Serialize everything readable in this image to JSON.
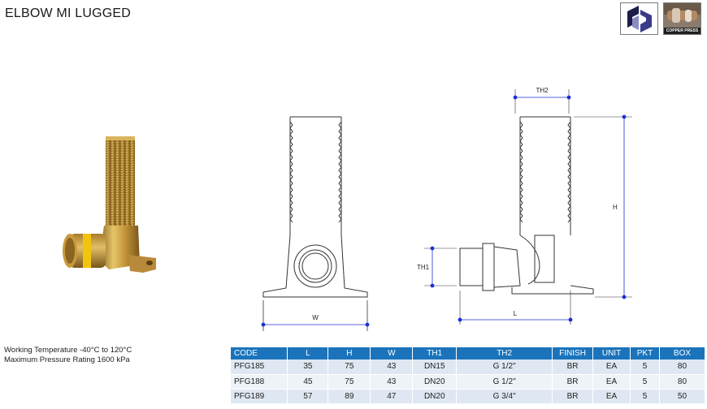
{
  "title": "ELBOW MI LUGGED",
  "logo_badge": "COPPER PRESS",
  "dimension_labels": {
    "th2": "TH2",
    "h": "H",
    "th1": "TH1",
    "w": "W",
    "l": "L"
  },
  "specs": {
    "working_temperature": "Working Temperature  -40°C to 120°C",
    "max_pressure": "Maximum Pressure Rating  1600 kPa"
  },
  "table": {
    "headers": [
      "CODE",
      "L",
      "H",
      "W",
      "TH1",
      "TH2",
      "FINISH",
      "UNIT",
      "PKT",
      "BOX"
    ],
    "rows": [
      [
        "PFG185",
        "35",
        "75",
        "43",
        "DN15",
        "G 1/2\"",
        "BR",
        "EA",
        "5",
        "80"
      ],
      [
        "PFG188",
        "45",
        "75",
        "43",
        "DN20",
        "G 1/2\"",
        "BR",
        "EA",
        "5",
        "80"
      ],
      [
        "PFG189",
        "57",
        "89",
        "47",
        "DN20",
        "G 3/4\"",
        "BR",
        "EA",
        "5",
        "50"
      ]
    ]
  },
  "colors": {
    "header_blue": "#1b74bb",
    "dimension_blue": "#1a2fd6",
    "brass": "#c9a247",
    "press_yellow": "#f1c40f"
  }
}
